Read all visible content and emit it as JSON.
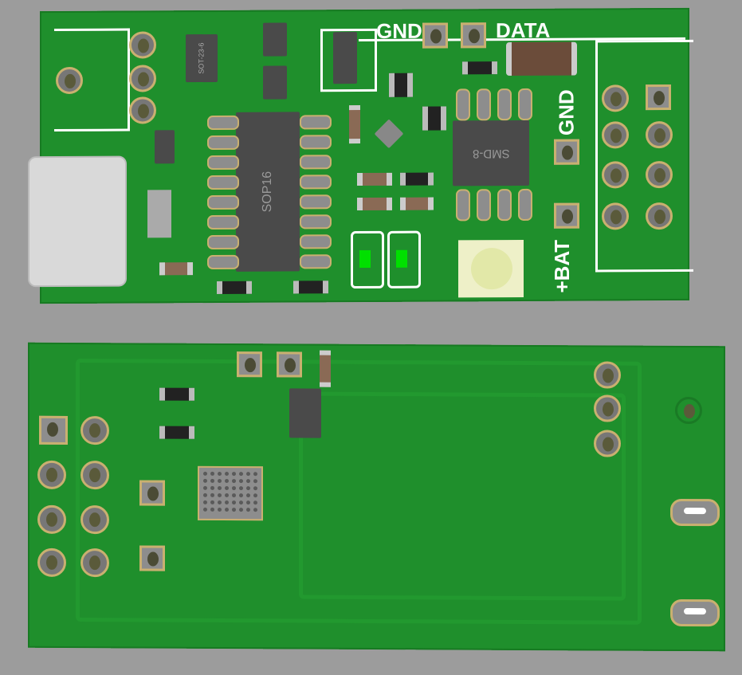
{
  "top_board": {
    "labels": {
      "gnd_top": "GND",
      "data": "DATA",
      "gnd_side": "GND",
      "bat": "+BAT"
    },
    "chips": {
      "sot": "SOT-23-6",
      "sop16": "SOP16",
      "smd8": "SMD-8"
    },
    "led_color": "#00e000"
  },
  "colors": {
    "pcb": "#1f8f2c",
    "background": "#9c9c9c",
    "silkscreen": "#ffffff"
  }
}
